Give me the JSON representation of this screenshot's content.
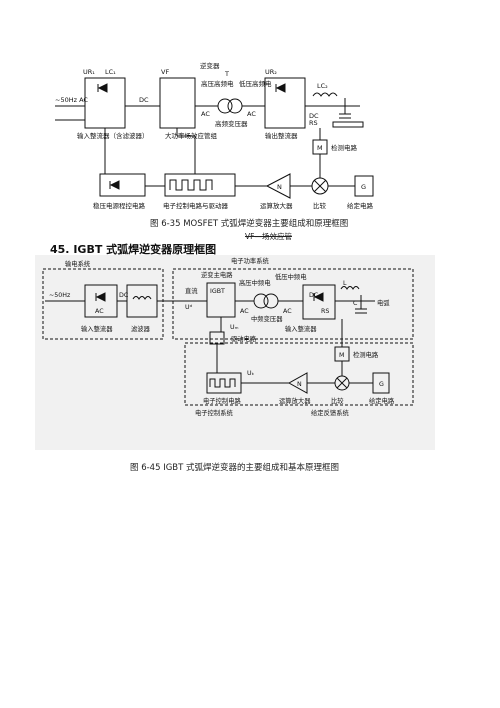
{
  "heading": "45. IGBT 式弧焊逆变器原理框图",
  "fig1": {
    "caption": "图 6-35    MOSFET 式弧焊逆变器主要组成和原理框图",
    "strike_note": "VF—场效应管",
    "labels": {
      "ur1": "UR₁",
      "lc1": "LC₁",
      "vf": "VF",
      "inverter": "逆变器",
      "t": "T",
      "hv_hf": "高压高频电",
      "lv_hf": "低压高频电",
      "ur2": "UR₂",
      "lc2": "LC₂",
      "input": "~50Hz AC",
      "ac": "AC",
      "dc": "DC",
      "ac2": "AC",
      "ac3": "AC",
      "dc2": "DC",
      "rs": "RS",
      "rectifier": "输入整流器（含滤波器）",
      "mosfet_group": "大功率场效应管组",
      "hf_transformer": "高频变压器",
      "output_rect": "输出整流器",
      "m": "M",
      "detect": "检测电路",
      "regulated_ps": "稳压电源程控电路",
      "ctrl_drive": "电子控制电路与驱动器",
      "n": "N",
      "op_amp": "运算放大器",
      "compare": "比较",
      "g": "G",
      "setpoint": "给定电路"
    }
  },
  "fig2": {
    "caption": "图 6-45    IGBT 式弧焊逆变器的主要组成和基本原理框图",
    "labels": {
      "input_sys": "输电系统",
      "power_sys": "电子功率系统",
      "inv_circuit": "逆变主电路",
      "input": "~50Hz",
      "ac": "AC",
      "dc": "DC",
      "input_rect": "输入整流器",
      "filter": "滤波器",
      "direct": "直流",
      "ud": "Uᵈ",
      "igbt": "IGBT",
      "hv": "高压中频电",
      "lv": "低压中频电",
      "ac2": "AC",
      "ac3": "AC",
      "mid_transformer": "中频变压器",
      "l": "L",
      "dc2": "DC",
      "rs": "RS",
      "c": "C",
      "arc": "电弧",
      "output_rect": "输入整流器",
      "um": "Uₘ",
      "drive": "驱动电路",
      "m": "M",
      "detect": "检测电路",
      "uk": "Uₖ",
      "n": "N",
      "ctrl": "电子控制电路",
      "op_amp": "运算放大器",
      "compare": "比较",
      "g": "G",
      "setpoint": "给定电路",
      "ctrl_sys": "电子控制系统",
      "feedback_sys": "给定反馈系统"
    }
  }
}
